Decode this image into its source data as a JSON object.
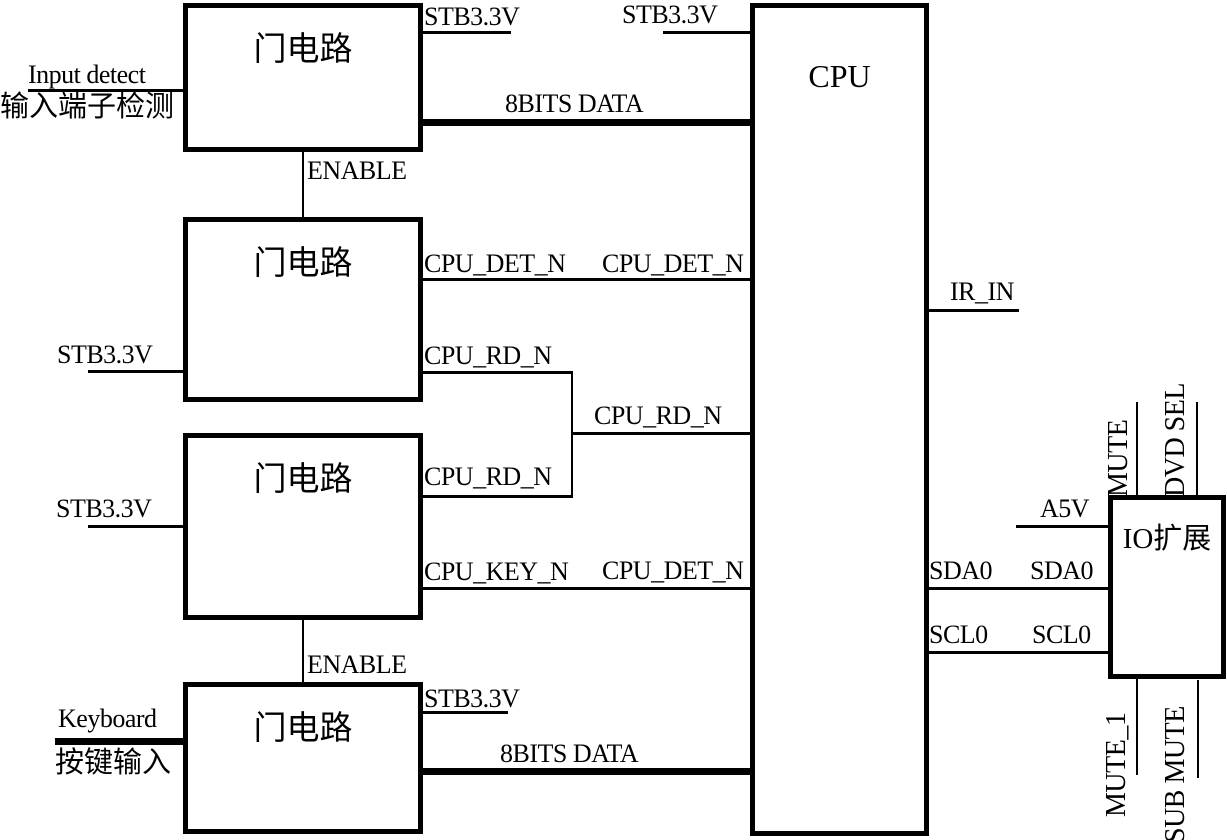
{
  "diagram": {
    "boxes": {
      "gate1": "门电路",
      "gate2": "门电路",
      "gate3": "门电路",
      "gate4": "门电路",
      "cpu": "CPU",
      "io_expander": "IO扩展"
    },
    "external": {
      "input_detect_en": "Input detect",
      "input_detect_zh": "输入端子检测",
      "keyboard_en": "Keyboard",
      "keyboard_zh": "按键输入"
    },
    "signals": {
      "stb33v_gate1": "STB3.3V",
      "stb33v_cpu_top": "STB3.3V",
      "data_bus_top": "8BITS DATA",
      "enable_top": "ENABLE",
      "cpu_det_n_gate2": "CPU_DET_N",
      "cpu_det_n_cpu_top": "CPU_DET_N",
      "stb33v_gate2": "STB3.3V",
      "cpu_rd_n_gate2": "CPU_RD_N",
      "cpu_rd_n_cpu": "CPU_RD_N",
      "cpu_rd_n_gate3": "CPU_RD_N",
      "stb33v_gate3": "STB3.3V",
      "cpu_key_n_gate3": "CPU_KEY_N",
      "cpu_det_n_cpu_bottom": "CPU_DET_N",
      "enable_bottom": "ENABLE",
      "stb33v_gate4": "STB3.3V",
      "data_bus_bottom": "8BITS DATA",
      "ir_in": "IR_IN",
      "a5v": "A5V",
      "sda0_cpu": "SDA0",
      "sda0_io": "SDA0",
      "scl0_cpu": "SCL0",
      "scl0_io": "SCL0",
      "mute": "MUTE",
      "dvd_sel": "DVD SEL",
      "mute_1": "MUTE_1",
      "sub_mute": "SUB MUTE"
    }
  }
}
